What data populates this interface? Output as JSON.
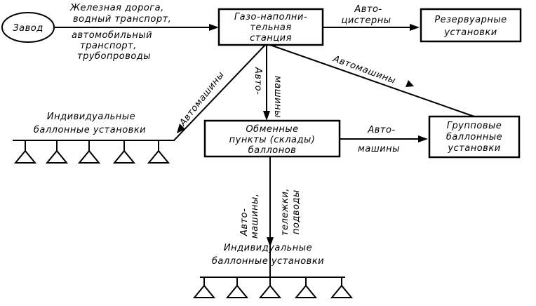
{
  "nodes": {
    "factory": "Завод",
    "gas_station": [
      "Газо-наполни-",
      "тельная",
      "станция"
    ],
    "reservoir": [
      "Резервуарные",
      "установки"
    ],
    "exchange": [
      "Обменные",
      "пункты (склады)",
      "баллонов"
    ],
    "group": [
      "Групповые",
      "баллонные",
      "установки"
    ],
    "individual_left": [
      "Индивидуальные",
      "баллонные установки"
    ],
    "individual_bottom": [
      "Индивидуальные",
      "баллонные установки"
    ]
  },
  "edges": {
    "factory_station_top": [
      "Железная дорога,",
      "водный транспорт,"
    ],
    "factory_station_bottom": [
      "автомобильный",
      "транспорт,",
      "трубопроводы"
    ],
    "station_reservoir": [
      "Авто-",
      "цистерны"
    ],
    "station_individual": "Автомашины",
    "station_exchange": [
      "Авто-",
      "машины"
    ],
    "station_group": "Автомашины",
    "exchange_group": [
      "Авто-",
      "машины"
    ],
    "exchange_bottom_left": [
      "Авто-",
      "машины,"
    ],
    "exchange_bottom_right": [
      "тележки,",
      "подводы"
    ]
  },
  "colors": {
    "ink": "#000000",
    "paper": "#ffffff"
  }
}
